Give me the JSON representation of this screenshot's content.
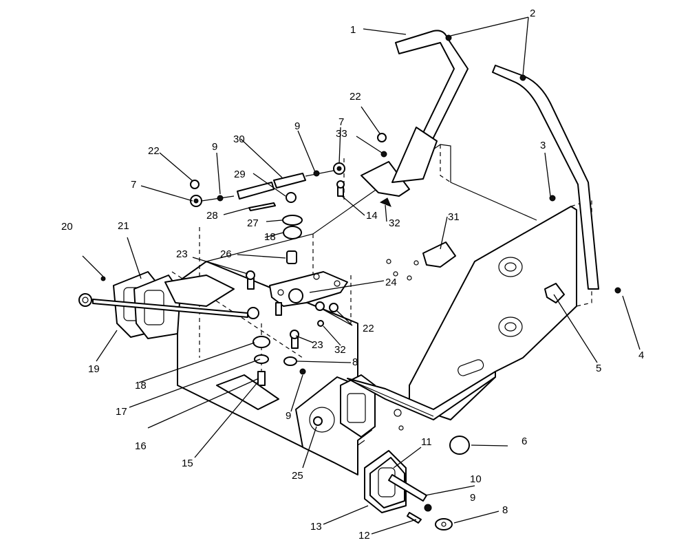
{
  "colors": {
    "line": "#000000",
    "background": "#ffffff"
  },
  "callouts": [
    {
      "id": "c1",
      "label": "1"
    },
    {
      "id": "c2",
      "label": "2"
    },
    {
      "id": "c3",
      "label": "3"
    },
    {
      "id": "c4",
      "label": "4"
    },
    {
      "id": "c5",
      "label": "5"
    },
    {
      "id": "c6",
      "label": "6"
    },
    {
      "id": "c7a",
      "label": "7"
    },
    {
      "id": "c7b",
      "label": "7"
    },
    {
      "id": "c8a",
      "label": "8"
    },
    {
      "id": "c8b",
      "label": "8"
    },
    {
      "id": "c9a",
      "label": "9"
    },
    {
      "id": "c9b",
      "label": "9"
    },
    {
      "id": "c9c",
      "label": "9"
    },
    {
      "id": "c9d",
      "label": "9"
    },
    {
      "id": "c10",
      "label": "10"
    },
    {
      "id": "c11",
      "label": "11"
    },
    {
      "id": "c12",
      "label": "12"
    },
    {
      "id": "c13",
      "label": "13"
    },
    {
      "id": "c14",
      "label": "14"
    },
    {
      "id": "c15",
      "label": "15"
    },
    {
      "id": "c16",
      "label": "16"
    },
    {
      "id": "c17",
      "label": "17"
    },
    {
      "id": "c18a",
      "label": "18"
    },
    {
      "id": "c18b",
      "label": "18"
    },
    {
      "id": "c19",
      "label": "19"
    },
    {
      "id": "c20",
      "label": "20"
    },
    {
      "id": "c21",
      "label": "21"
    },
    {
      "id": "c22a",
      "label": "22"
    },
    {
      "id": "c22b",
      "label": "22"
    },
    {
      "id": "c22c",
      "label": "22"
    },
    {
      "id": "c23a",
      "label": "23"
    },
    {
      "id": "c23b",
      "label": "23"
    },
    {
      "id": "c24",
      "label": "24"
    },
    {
      "id": "c25",
      "label": "25"
    },
    {
      "id": "c26",
      "label": "26"
    },
    {
      "id": "c27",
      "label": "27"
    },
    {
      "id": "c28",
      "label": "28"
    },
    {
      "id": "c29",
      "label": "29"
    },
    {
      "id": "c30",
      "label": "30"
    },
    {
      "id": "c31",
      "label": "31"
    },
    {
      "id": "c32a",
      "label": "32"
    },
    {
      "id": "c32b",
      "label": "32"
    },
    {
      "id": "c33",
      "label": "33"
    }
  ]
}
